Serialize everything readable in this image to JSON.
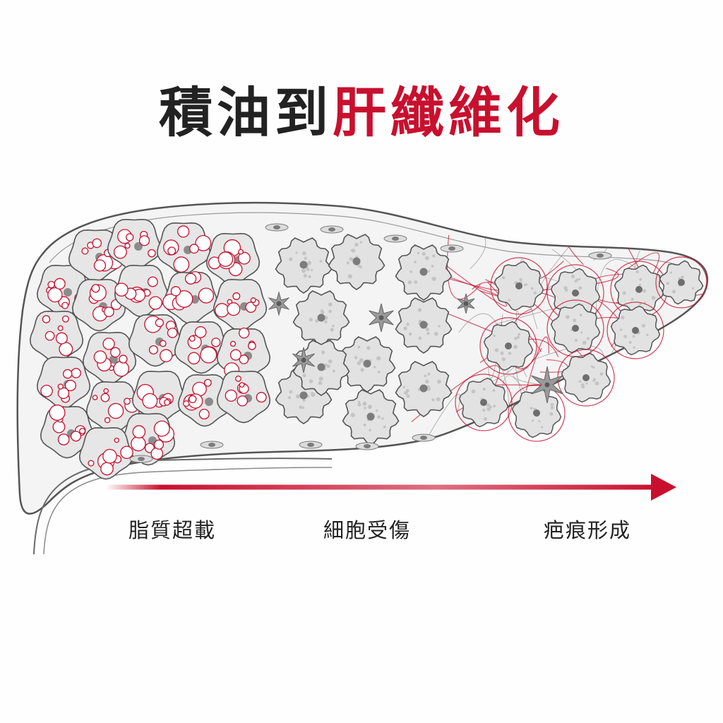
{
  "title": {
    "part_dark": "積油到",
    "part_red": "肝纖維化"
  },
  "stages": [
    {
      "label": "脂質超載"
    },
    {
      "label": "細胞受傷"
    },
    {
      "label": "疤痕形成"
    }
  ],
  "colors": {
    "title_dark": "#222222",
    "accent_red": "#c8102e",
    "outline": "#555555",
    "cell_fill": "#e6e6e6",
    "tissue_fill": "#f4f4f4"
  }
}
